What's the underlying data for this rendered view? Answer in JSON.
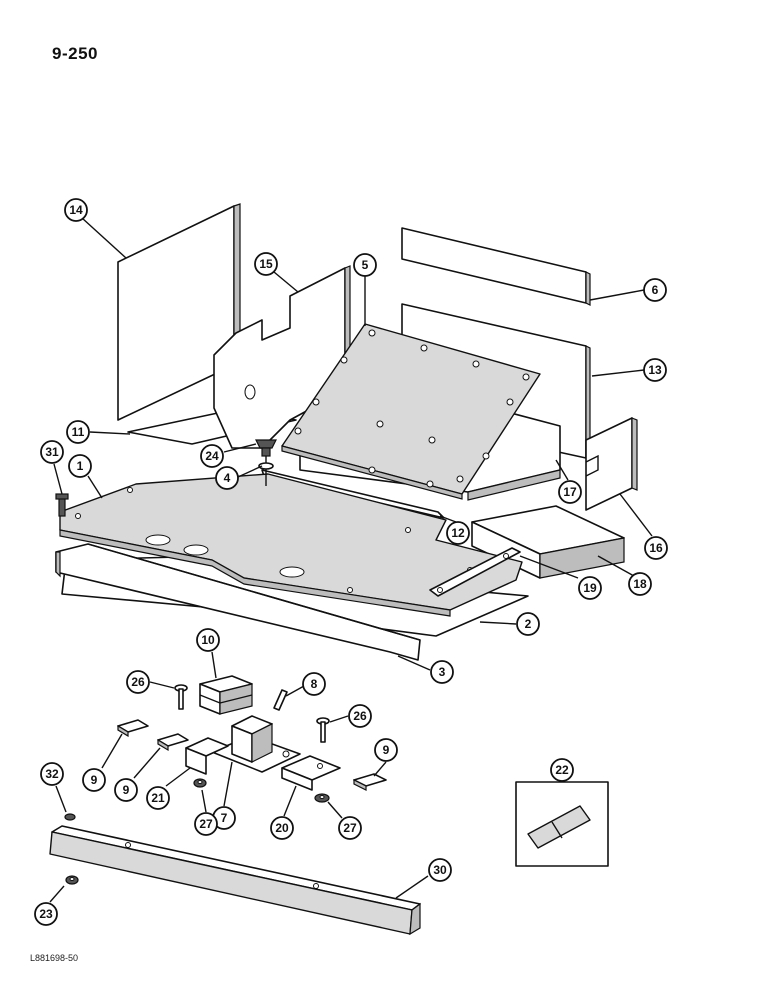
{
  "page_number": "9-250",
  "drawing_code": "L881698-50",
  "callouts": {
    "c14": "14",
    "c15": "15",
    "c5": "5",
    "c6": "6",
    "c13": "13",
    "c11": "11",
    "c31": "31",
    "c1": "1",
    "c24": "24",
    "c4": "4",
    "c17": "17",
    "c16": "16",
    "c12": "12",
    "c18": "18",
    "c19": "19",
    "c2": "2",
    "c3": "3",
    "c10": "10",
    "c8": "8",
    "c26a": "26",
    "c26b": "26",
    "c9a": "9",
    "c9b": "9",
    "c9c": "9",
    "c21": "21",
    "c7": "7",
    "c27a": "27",
    "c20": "20",
    "c27b": "27",
    "c22": "22",
    "c32": "32",
    "c30": "30",
    "c23": "23"
  }
}
